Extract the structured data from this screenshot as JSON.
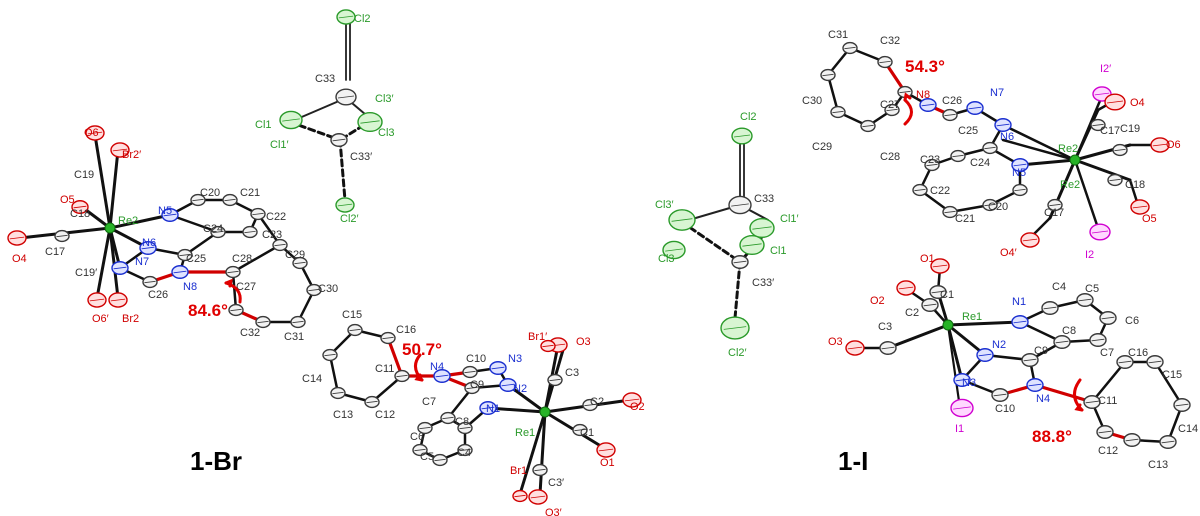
{
  "panels": [
    {
      "title": "1-Br",
      "angles": [
        "84.6°",
        "50.7°"
      ],
      "solvent_labels": [
        "Cl2",
        "C33",
        "Cl1",
        "Cl1′",
        "Cl3′",
        "Cl3",
        "C33′",
        "Cl2′"
      ],
      "complex_a_labels": [
        "O6",
        "Br2′",
        "C19",
        "O5",
        "C18",
        "Re2",
        "C17",
        "O4",
        "N5",
        "C20",
        "C21",
        "C22",
        "C24",
        "C23",
        "N6",
        "C25",
        "N7",
        "C19′",
        "C26",
        "N8",
        "C28",
        "C29",
        "C27",
        "C30",
        "O6′",
        "Br2",
        "C32",
        "C31"
      ],
      "complex_b_labels": [
        "C15",
        "C16",
        "N4",
        "C10",
        "N3",
        "Br1′",
        "O3",
        "C11",
        "C9",
        "N2",
        "C3",
        "C14",
        "C7",
        "C8",
        "C2",
        "O2",
        "C13",
        "C12",
        "N1",
        "Re1",
        "C1",
        "C6",
        "C5",
        "C4",
        "O1",
        "C3′",
        "Br1",
        "O3′"
      ]
    },
    {
      "title": "1-I",
      "angles": [
        "54.3°",
        "88.8°"
      ],
      "solvent_labels": [
        "Cl2",
        "C33",
        "Cl3′",
        "Cl1′",
        "Cl1",
        "Cl3",
        "C33′",
        "Cl2′"
      ],
      "complex_a_labels": [
        "C31",
        "C32",
        "I2′",
        "O4",
        "C26",
        "N7",
        "C30",
        "C27",
        "N8",
        "C17",
        "N6",
        "Re2",
        "C19",
        "O6",
        "C25",
        "C29",
        "C28",
        "C24",
        "C23",
        "N5",
        "Re2",
        "C18",
        "C22",
        "C20",
        "C21",
        "C17",
        "O5",
        "O4′",
        "I2"
      ],
      "complex_b_labels": [
        "O1",
        "C1",
        "O2",
        "C4",
        "C5",
        "C2",
        "Re1",
        "N1",
        "C8",
        "C6",
        "O3",
        "C3",
        "N2",
        "C9",
        "C7",
        "C16",
        "N3",
        "C15",
        "N4",
        "C11",
        "C10",
        "I1",
        "C14",
        "C12",
        "C13"
      ]
    }
  ]
}
